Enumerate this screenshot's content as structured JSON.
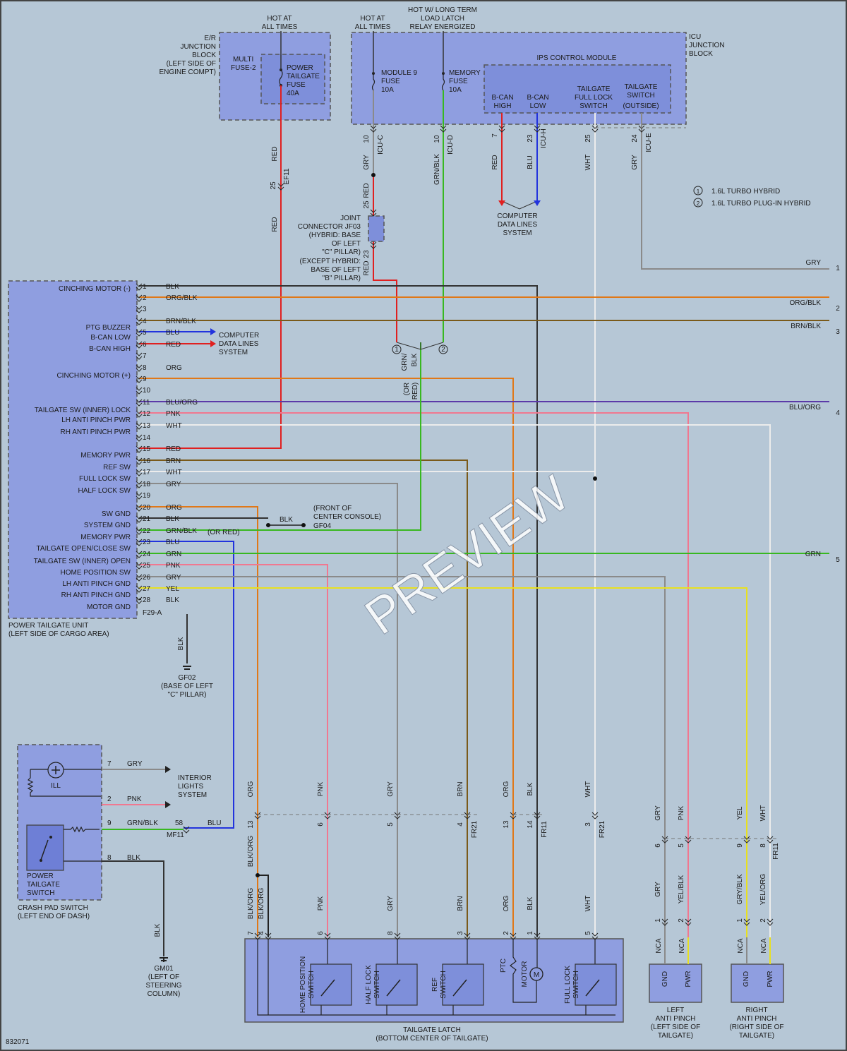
{
  "diagram_code": "832071",
  "watermark": "PREVIEW",
  "header": {
    "hot_at_all_times_1": [
      "HOT AT",
      "ALL TIMES"
    ],
    "hot_at_all_times_2": [
      "HOT AT",
      "ALL TIMES"
    ],
    "hot_long_term": [
      "HOT W/ LONG TERM",
      "LOAD LATCH",
      "RELAY ENERGIZED"
    ]
  },
  "er_junction_block": {
    "label": [
      "E/R",
      "JUNCTION",
      "BLOCK",
      "(LEFT SIDE OF",
      "ENGINE COMPT)"
    ],
    "multi_fuse": [
      "MULTI",
      "FUSE-2"
    ],
    "fuse": [
      "POWER",
      "TAILGATE",
      "FUSE",
      "40A"
    ]
  },
  "icu_junction_block": {
    "label": [
      "ICU",
      "JUNCTION",
      "BLOCK"
    ],
    "module_fuse": [
      "MODULE 9",
      "FUSE",
      "10A"
    ],
    "memory_fuse": [
      "MEMORY",
      "FUSE",
      "10A"
    ],
    "ips": "IPS CONTROL MODULE",
    "can_high": [
      "B-CAN",
      "HIGH"
    ],
    "can_low": [
      "B-CAN",
      "LOW"
    ],
    "full_lock": [
      "TAILGATE",
      "FULL LOCK",
      "SWITCH"
    ],
    "tg_switch": [
      "TAILGATE",
      "SWITCH",
      "(OUTSIDE)"
    ]
  },
  "icu_pins": [
    {
      "pin": "10",
      "conn": "ICU-C",
      "color": "GRY"
    },
    {
      "pin": "10",
      "conn": "ICU-D",
      "color": "GRN/BLK"
    },
    {
      "pin": "7",
      "conn": "",
      "color": "RED"
    },
    {
      "pin": "23",
      "conn": "ICU-H",
      "color": "BLU"
    },
    {
      "pin": "25",
      "conn": "",
      "color": "WHT"
    },
    {
      "pin": "24",
      "conn": "ICU-E",
      "color": "GRY"
    }
  ],
  "ef11": {
    "pin": "25",
    "conn": "EF11",
    "color": "RED"
  },
  "joint_connector": {
    "label": [
      "JOINT",
      "CONNECTOR JF03",
      "(HYBRID: BASE",
      "OF LEFT",
      "\"C\" PILLAR)",
      "(EXCEPT HYBRID:",
      "BASE OF LEFT",
      "\"B\" PILLAR)"
    ],
    "pin_top": "25",
    "pin_bot": "23",
    "color": "RED"
  },
  "computer_data_lines": [
    "COMPUTER",
    "DATA LINES",
    "SYSTEM"
  ],
  "legend": [
    {
      "num": "1",
      "text": "1.6L TURBO HYBRID"
    },
    {
      "num": "2",
      "text": "1.6L TURBO PLUG-IN HYBRID"
    }
  ],
  "power_tailgate_unit": {
    "label": [
      "POWER TAILGATE UNIT",
      "(LEFT SIDE OF CARGO AREA)"
    ],
    "connector": "F29-A",
    "pins": [
      {
        "n": "1",
        "name": "CINCHING MOTOR (-)",
        "color": "BLK"
      },
      {
        "n": "2",
        "name": "",
        "color": "ORG/BLK"
      },
      {
        "n": "3",
        "name": "",
        "color": ""
      },
      {
        "n": "4",
        "name": "",
        "color": "BRN/BLK"
      },
      {
        "n": "5",
        "name": "PTG BUZZER",
        "color": "BLU"
      },
      {
        "n": "5",
        "name": "B-CAN LOW",
        "color": "BLU"
      },
      {
        "n": "6",
        "name": "B-CAN HIGH",
        "color": "RED"
      },
      {
        "n": "7",
        "name": "",
        "color": ""
      },
      {
        "n": "8",
        "name": "",
        "color": "ORG"
      },
      {
        "n": "9",
        "name": "CINCHING MOTOR (+)",
        "color": ""
      },
      {
        "n": "10",
        "name": "",
        "color": ""
      },
      {
        "n": "11",
        "name": "",
        "color": "BLU/ORG"
      },
      {
        "n": "12",
        "name": "TAILGATE SW (INNER) LOCK",
        "color": "PNK"
      },
      {
        "n": "13",
        "name": "LH ANTI PINCH PWR",
        "color": "WHT"
      },
      {
        "n": "14",
        "name": "RH ANTI PINCH PWR",
        "color": ""
      },
      {
        "n": "15",
        "name": "",
        "color": "RED"
      },
      {
        "n": "16",
        "name": "MEMORY PWR",
        "color": "BRN"
      },
      {
        "n": "17",
        "name": "REF SW",
        "color": "WHT"
      },
      {
        "n": "18",
        "name": "FULL LOCK SW",
        "color": "GRY"
      },
      {
        "n": "19",
        "name": "HALF LOCK SW",
        "color": ""
      },
      {
        "n": "20",
        "name": "",
        "color": "ORG"
      },
      {
        "n": "21",
        "name": "SW GND",
        "color": "BLK"
      },
      {
        "n": "22",
        "name": "SYSTEM GND",
        "color": "GRN/BLK"
      },
      {
        "n": "23",
        "name": "MEMORY PWR",
        "color": "BLU"
      },
      {
        "n": "24",
        "name": "TAILGATE OPEN/CLOSE SW",
        "color": "GRN"
      },
      {
        "n": "25",
        "name": "TAILGATE SW (INNER) OPEN",
        "color": "PNK"
      },
      {
        "n": "26",
        "name": "HOME POSITION SW",
        "color": "GRY"
      },
      {
        "n": "27",
        "name": "LH ANTI PINCH GND",
        "color": "YEL"
      },
      {
        "n": "28",
        "name": "RH ANTI PINCH GND",
        "color": "BLK"
      },
      {
        "n": "",
        "name": "MOTOR GND",
        "color": ""
      }
    ],
    "or_red": "(OR RED)",
    "computer_data": [
      "COMPUTER",
      "DATA LINES",
      "SYSTEM"
    ]
  },
  "right_edge": [
    {
      "num": "1",
      "color": "GRY"
    },
    {
      "num": "2",
      "color": "ORG/BLK"
    },
    {
      "num": "3",
      "color": "BRN/BLK"
    },
    {
      "num": "4",
      "color": "BLU/ORG"
    },
    {
      "num": "5",
      "color": "GRN"
    }
  ],
  "ground_gf04": {
    "color": "BLK",
    "label": [
      "(FRONT OF",
      "CENTER CONSOLE)",
      "GF04"
    ]
  },
  "ground_gf02": {
    "color": "BLK",
    "label": [
      "GF02",
      "(BASE OF LEFT",
      "\"C\" PILLAR)"
    ]
  },
  "ground_gm01": {
    "color": "BLK",
    "label": [
      "GM01",
      "(LEFT OF",
      "STEERING",
      "COLUMN)"
    ]
  },
  "mid_marks": {
    "grn_blk": "GRN/",
    "blk": "BLK",
    "or_red": "(OR",
    "red": "RED)"
  },
  "crash_pad_switch": {
    "label": [
      "CRASH PAD SWITCH",
      "(LEFT END OF DASH)"
    ],
    "ill": "ILL",
    "switch": [
      "POWER",
      "TAILGATE",
      "SWITCH"
    ],
    "pins": [
      {
        "n": "7",
        "color": "GRY"
      },
      {
        "n": "2",
        "color": "PNK"
      },
      {
        "n": "9",
        "color": "GRN/BLK"
      },
      {
        "n": "8",
        "color": "BLK"
      }
    ],
    "interior_lights": [
      "INTERIOR",
      "LIGHTS",
      "SYSTEM"
    ],
    "mf11": {
      "pin": "58",
      "conn": "MF11",
      "color": "BLU"
    }
  },
  "fr21_top": [
    {
      "pin": "13",
      "color": "ORG"
    },
    {
      "pin": "6",
      "color": "PNK"
    },
    {
      "pin": "5",
      "color": "GRY"
    },
    {
      "pin": "4",
      "color": "BRN",
      "conn": "FR21"
    },
    {
      "pin": "13",
      "color": "ORG"
    },
    {
      "pin": "14",
      "color": "BLK",
      "conn": "FR11"
    },
    {
      "pin": "3",
      "color": "WHT",
      "conn": "FR21"
    }
  ],
  "fr11_right": [
    {
      "pin": "6",
      "color": "GRY"
    },
    {
      "pin": "5",
      "color": "PNK"
    },
    {
      "pin": "9",
      "color": "YEL"
    },
    {
      "pin": "8",
      "color": "WHT",
      "conn": "FR11"
    }
  ],
  "lower_colors": {
    "blk_org": "BLK/ORG",
    "left_bot": [
      {
        "pin": "7",
        "color": "BLK/ORG"
      },
      {
        "pin": "4",
        "color": "BLK/ORG"
      },
      {
        "pin": "6",
        "color": "PNK"
      },
      {
        "pin": "8",
        "color": "GRY"
      },
      {
        "pin": "3",
        "color": "BRN"
      },
      {
        "pin": "2",
        "color": "ORG"
      },
      {
        "pin": "1",
        "color": "BLK"
      },
      {
        "pin": "5",
        "color": "WHT"
      }
    ],
    "right_bot": [
      {
        "pin": "1",
        "color": "GRY"
      },
      {
        "pin": "2",
        "color": "YEL/BLK"
      },
      {
        "pin": "1",
        "color": "GRY/BLK"
      },
      {
        "pin": "2",
        "color": "YEL/ORG"
      }
    ]
  },
  "tailgate_latch": {
    "label": [
      "TAILGATE LATCH",
      "(BOTTOM CENTER OF TAILGATE)"
    ],
    "switches": [
      [
        "HOME POSITION",
        "SWITCH"
      ],
      [
        "HALF LOCK",
        "SWITCH"
      ],
      [
        "REF",
        "SWITCH"
      ],
      [
        "FULL LOCK",
        "SWITCH"
      ]
    ],
    "ptc": "PTC",
    "motor": "MOTOR",
    "m": "M"
  },
  "anti_pinch_left": {
    "label": [
      "LEFT",
      "ANTI PINCH",
      "(LEFT SIDE OF",
      "TAILGATE)"
    ],
    "nca": "NCA",
    "gnd": "GND",
    "pwr": "PWR"
  },
  "anti_pinch_right": {
    "label": [
      "RIGHT",
      "ANTI PINCH",
      "(RIGHT SIDE OF",
      "TAILGATE)"
    ],
    "nca": "NCA",
    "gnd": "GND",
    "pwr": "PWR"
  },
  "colors": {
    "red": "#e02020",
    "blue": "#2233dd",
    "orange": "#e07818",
    "brown": "#7a5a1a",
    "pink": "#f07890",
    "green": "#38b820",
    "yellow": "#e8e020",
    "gray": "#8a8a8a",
    "white": "#ececec",
    "black": "#333333",
    "purple": "#5b3aa8"
  }
}
